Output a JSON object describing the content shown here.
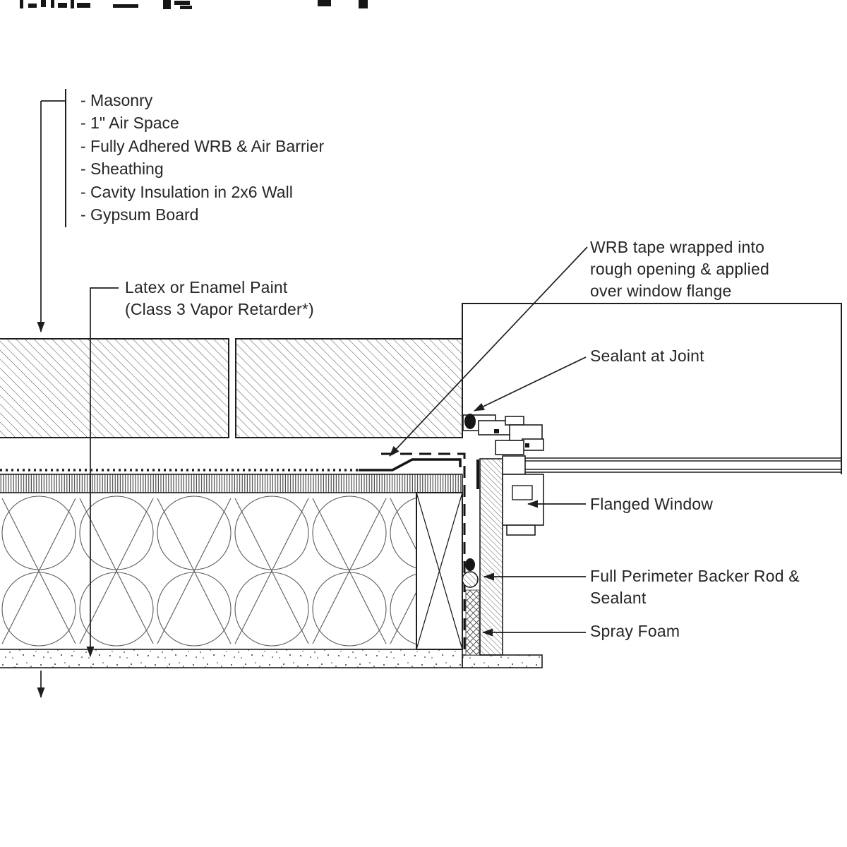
{
  "page": {
    "background": "#ffffff",
    "ink": "#1e1e1e"
  },
  "assembly_legend": {
    "items": [
      "- Masonry",
      "- 1\" Air Space",
      "- Fully Adhered WRB & Air Barrier",
      "- Sheathing",
      "- Cavity Insulation in 2x6 Wall",
      "- Gypsum Board"
    ]
  },
  "callouts": {
    "paint_line1": "Latex or Enamel Paint",
    "paint_line2": "(Class 3 Vapor Retarder*)",
    "wrb_tape_line1": "WRB tape wrapped into",
    "wrb_tape_line2": "rough opening & applied",
    "wrb_tape_line3": "over window flange",
    "sealant_at_joint": "Sealant at Joint",
    "flanged_window": "Flanged Window",
    "backer_rod_line1": "Full Perimeter Backer Rod &",
    "backer_rod_line2": "Sealant",
    "spray_foam": "Spray Foam"
  }
}
